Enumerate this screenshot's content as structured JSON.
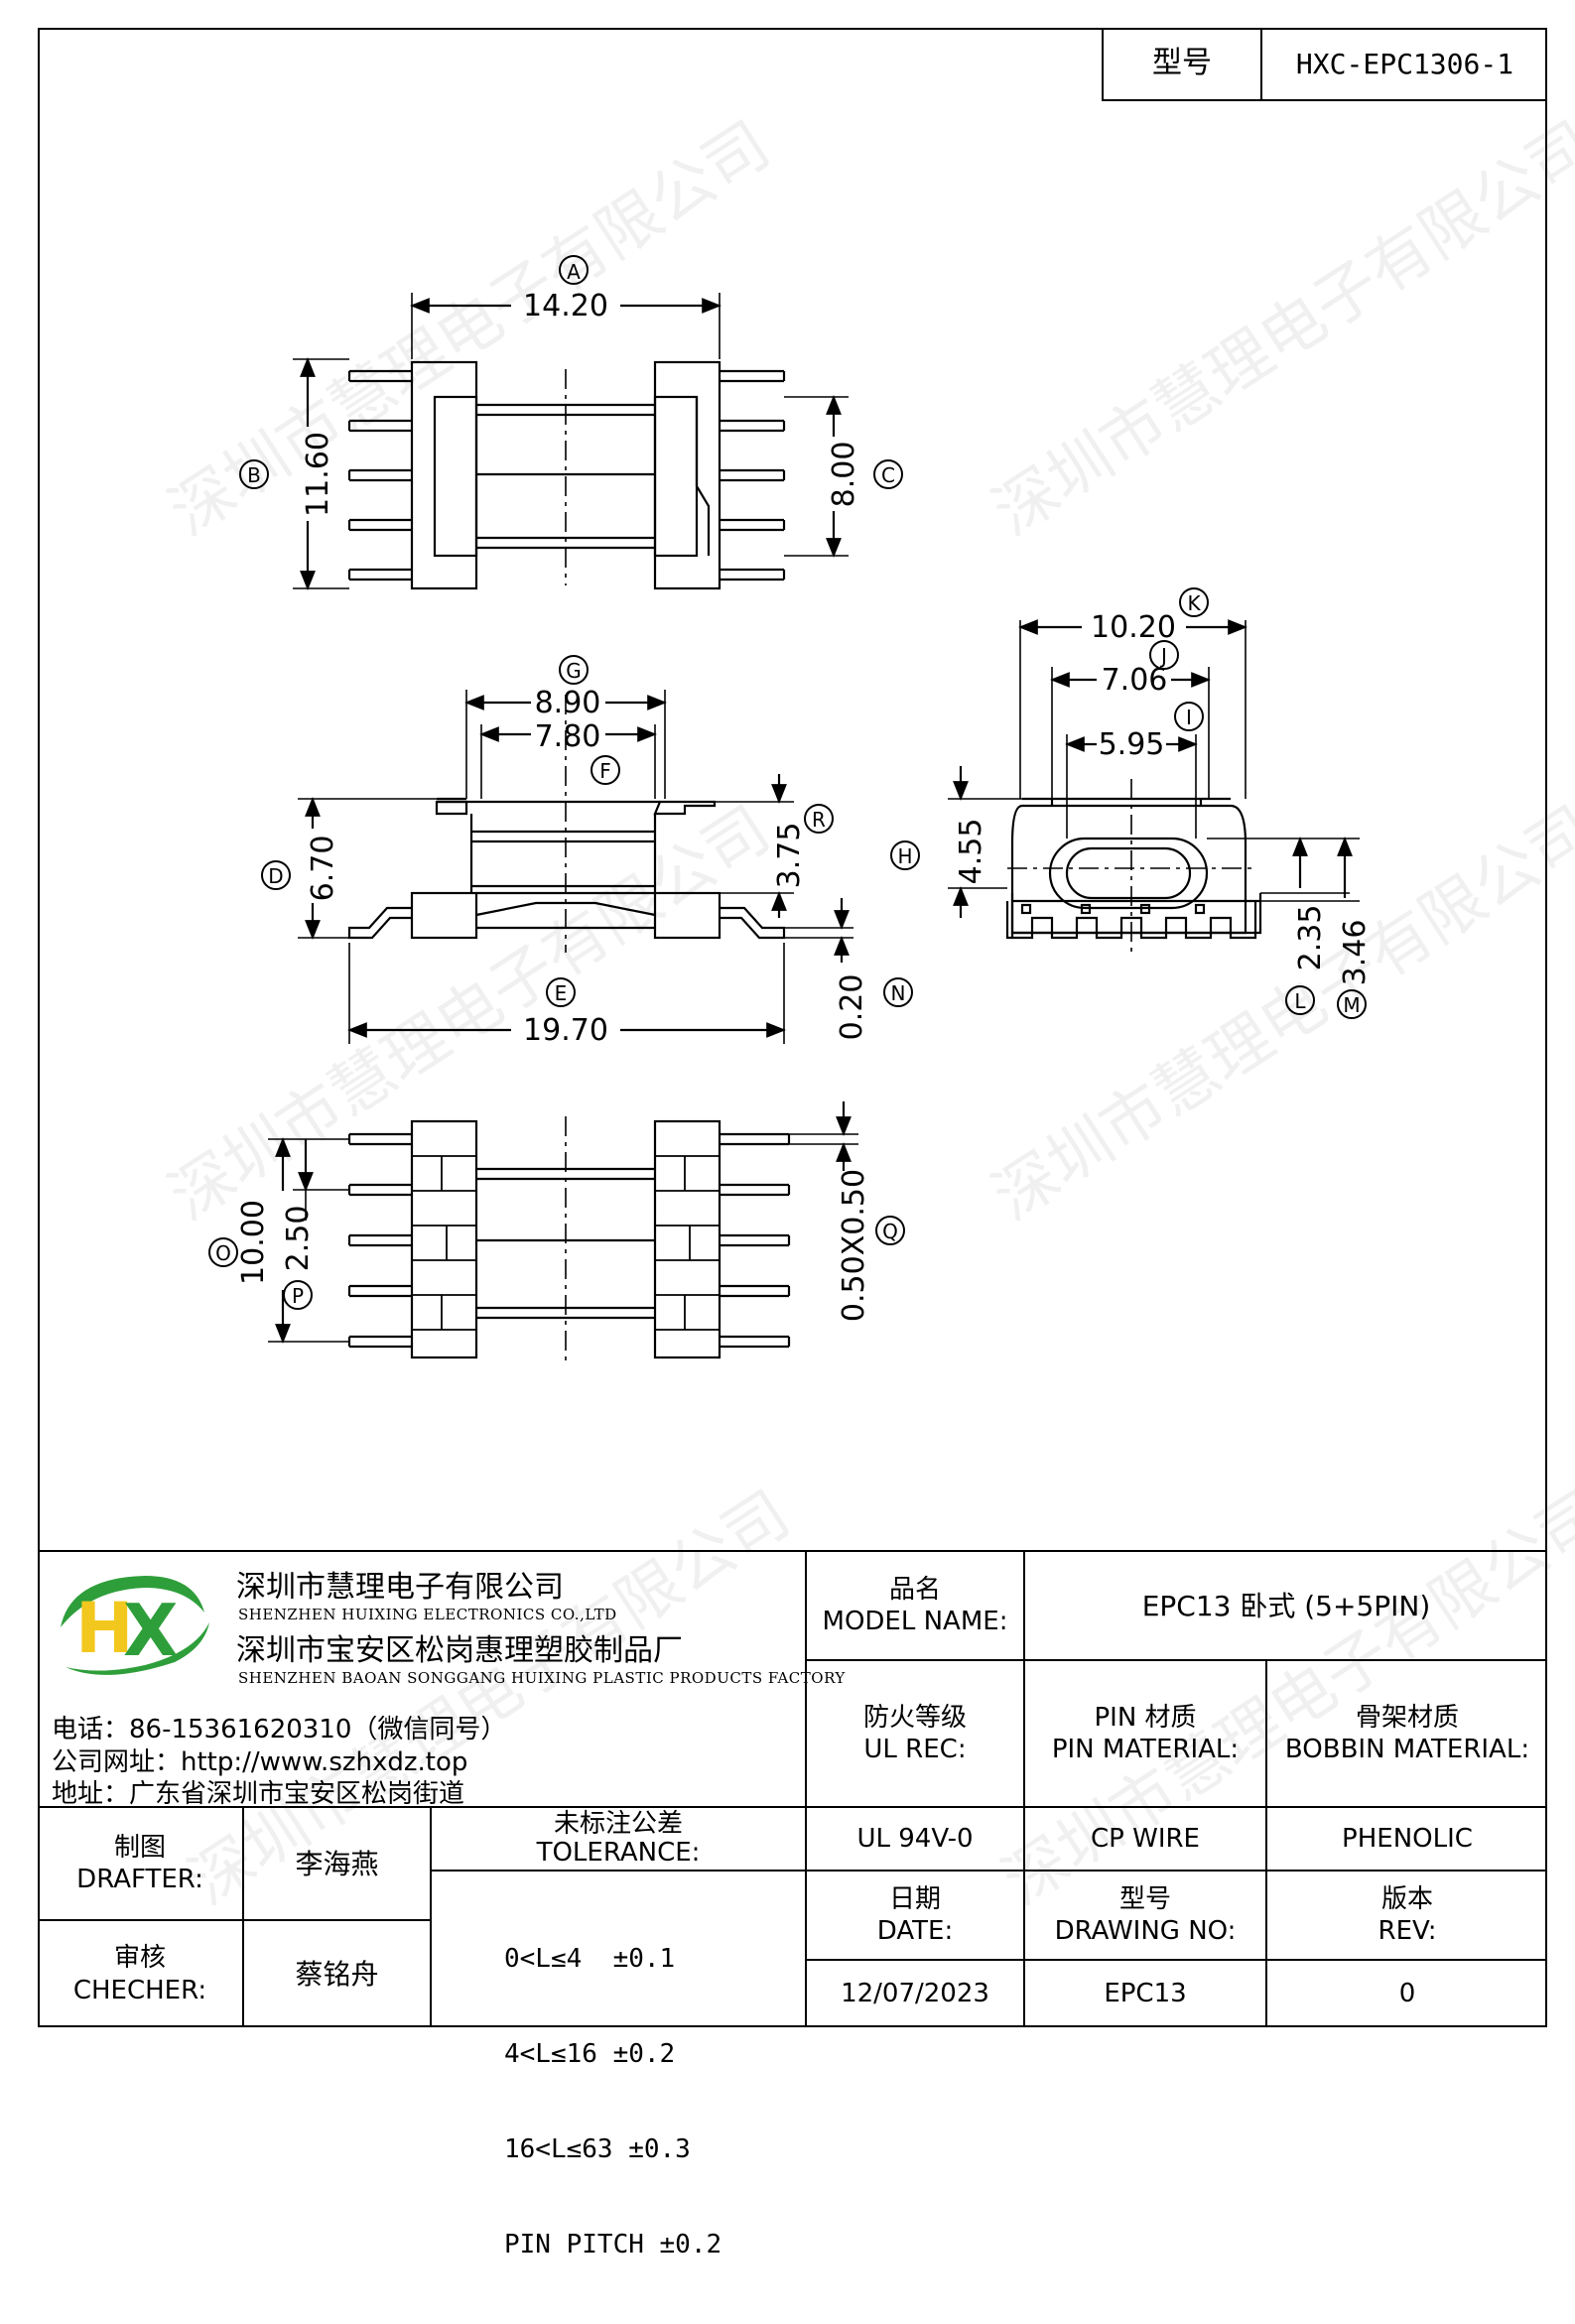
{
  "header": {
    "model_label": "型号",
    "model_value": "HXC-EPC1306-1"
  },
  "dimensions": {
    "a": {
      "letter": "A",
      "value": "14.20"
    },
    "b": {
      "letter": "B",
      "value": "11.60"
    },
    "c": {
      "letter": "C",
      "value": "8.00"
    },
    "g": {
      "letter": "G",
      "value": "8.90"
    },
    "f": {
      "letter": "F",
      "value": "7.80"
    },
    "r": {
      "letter": "R",
      "value": "3.75"
    },
    "d": {
      "letter": "D",
      "value": "6.70"
    },
    "e": {
      "letter": "E",
      "value": "19.70"
    },
    "n": {
      "letter": "N",
      "value": "0.20"
    },
    "k": {
      "letter": "K",
      "value": "10.20"
    },
    "j": {
      "letter": "J",
      "value": "7.06"
    },
    "i": {
      "letter": "I",
      "value": "5.95"
    },
    "h": {
      "letter": "H",
      "value": "4.55"
    },
    "l": {
      "letter": "L",
      "value": "2.35"
    },
    "m": {
      "letter": "M",
      "value": "3.46"
    },
    "o": {
      "letter": "O",
      "value": "10.00"
    },
    "p": {
      "letter": "P",
      "value": "2.50"
    },
    "q": {
      "letter": "Q",
      "value": "0.50X0.50"
    }
  },
  "watermark": "深圳市慧理电子有限公司",
  "company": {
    "name_cn": "深圳市慧理电子有限公司",
    "name_en": "SHENZHEN HUIXING ELECTRONICS CO.,LTD",
    "factory_cn": "深圳市宝安区松岗惠理塑胶制品厂",
    "factory_en": "SHENZHEN BAOAN SONGGANG HUIXING PLASTIC PRODUCTS FACTORY",
    "phone": "电话：86-15361620310（微信同号）",
    "website": "公司网址：http://www.szhxdz.top",
    "address": "地址：广东省深圳市宝安区松岗街道",
    "logo_letters": "HX",
    "logo_colors": {
      "green": "#2e9e3a",
      "yellow": "#f2c81e"
    }
  },
  "title_block": {
    "model_name_cn": "品名",
    "model_name_en": "MODEL NAME:",
    "model_name_value": "EPC13 卧式 (5+5PIN)",
    "ul_cn": "防火等级",
    "ul_en": "UL REC:",
    "pin_mat_cn": "PIN 材质",
    "pin_mat_en": "PIN MATERIAL:",
    "bobbin_mat_cn": "骨架材质",
    "bobbin_mat_en": "BOBBIN MATERIAL:",
    "ul_value": "UL 94V-0",
    "pin_value": "CP WIRE",
    "bobbin_value": "PHENOLIC",
    "drafter_cn": "制图",
    "drafter_en": "DRAFTER:",
    "drafter_name": "李海燕",
    "checker_cn": "审核",
    "checker_en": "CHECHER:",
    "checker_name": "蔡铭舟",
    "tolerance_cn": "未标注公差",
    "tolerance_en": "TOLERANCE:",
    "tolerances": [
      "0<L≤4  ±0.1",
      "4<L≤16 ±0.2",
      "16<L≤63 ±0.3",
      "PIN PITCH ±0.2"
    ],
    "date_cn": "日期",
    "date_en": "DATE:",
    "drawing_no_cn": "型号",
    "drawing_no_en": "DRAWING NO:",
    "rev_cn": "版本",
    "rev_en": "REV:",
    "date_value": "12/07/2023",
    "drawing_no_value": "EPC13",
    "rev_value": "0"
  }
}
